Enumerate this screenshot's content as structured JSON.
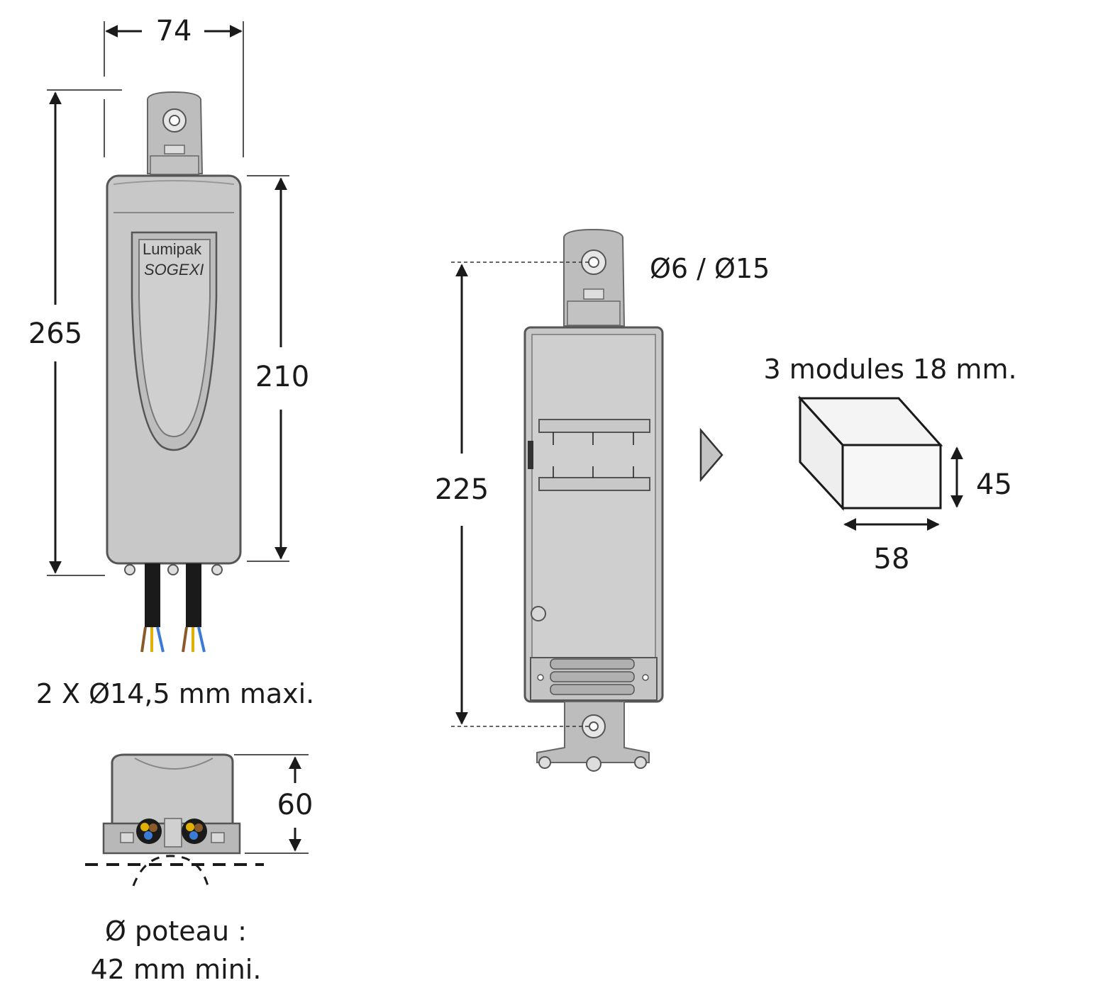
{
  "dimensions": {
    "width_top": "74",
    "height_total": "265",
    "height_body": "210",
    "fixing_distance": "225",
    "height_side": "60",
    "module_height": "45",
    "module_width": "58"
  },
  "labels": {
    "brand_line1": "Lumipak",
    "brand_line2": "SOGEXI",
    "hole_diameters": "Ø6 / Ø15",
    "cable_spec": "2 X Ø14,5 mm maxi.",
    "pole_line1": "Ø poteau :",
    "pole_line2": "42 mm mini.",
    "modules": "3 modules 18 mm."
  },
  "colors": {
    "housing": "#c8c8c8",
    "cable": "#1a1a1a",
    "wire_brown": "#8b5a2b",
    "wire_blue": "#3a7bd5",
    "wire_yellow": "#e0b000"
  }
}
